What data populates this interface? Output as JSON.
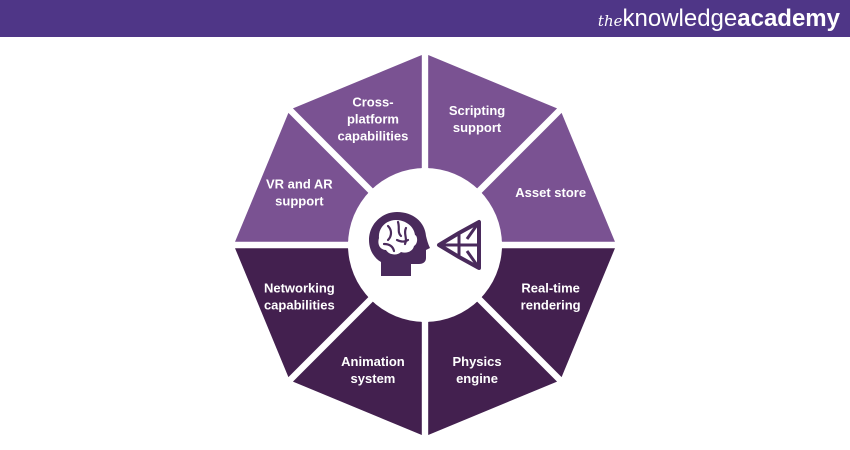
{
  "brand": {
    "prefix": "the",
    "word1": "knowledge",
    "word2": "academy"
  },
  "colors": {
    "header": "#4f3687",
    "segment_light": "#7a5292",
    "segment_dark": "#43204f",
    "center": "#ffffff",
    "icon": "#4a2a5c"
  },
  "center_icons": [
    "human-brain-head-icon",
    "unity-logo-icon"
  ],
  "segments": [
    {
      "lines": [
        "Cross-",
        "platform",
        "capabilities"
      ],
      "tone": "light"
    },
    {
      "lines": [
        "Scripting",
        "support"
      ],
      "tone": "light"
    },
    {
      "lines": [
        "Asset store"
      ],
      "tone": "light"
    },
    {
      "lines": [
        "Real-time",
        "rendering"
      ],
      "tone": "dark"
    },
    {
      "lines": [
        "Physics",
        "engine"
      ],
      "tone": "dark"
    },
    {
      "lines": [
        "Animation",
        "system"
      ],
      "tone": "dark"
    },
    {
      "lines": [
        "Networking",
        "capabilities"
      ],
      "tone": "dark"
    },
    {
      "lines": [
        "VR and AR",
        "support"
      ],
      "tone": "light"
    }
  ]
}
